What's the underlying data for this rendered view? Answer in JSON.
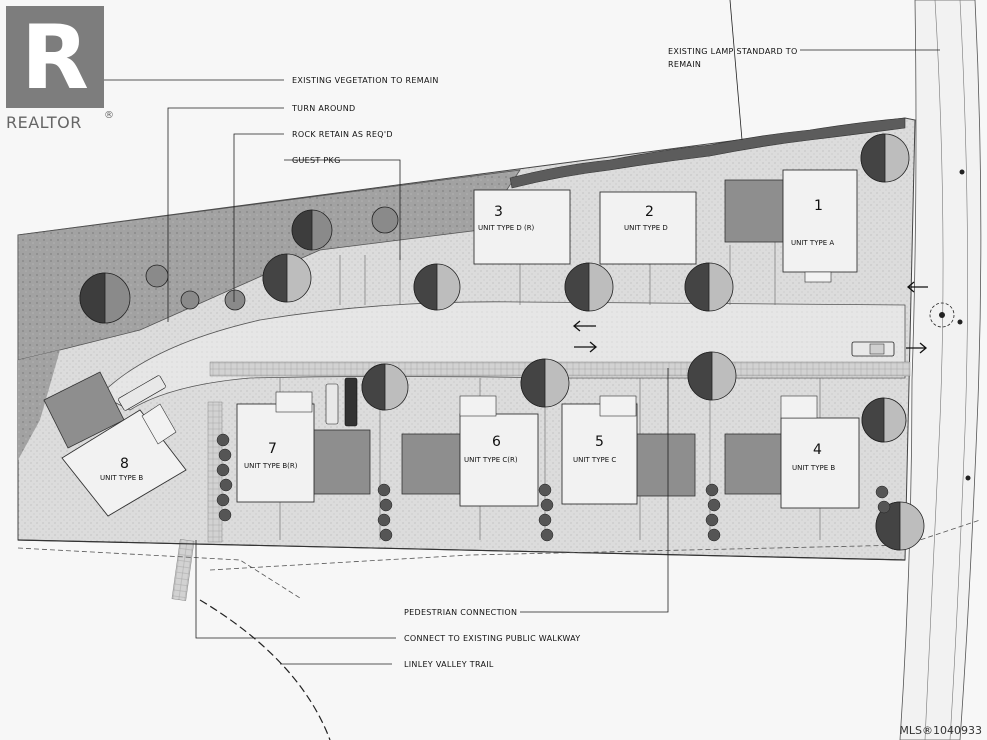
{
  "brand": {
    "logo_letter": "R",
    "name": "REALTOR",
    "registered_mark": "®"
  },
  "watermark": "MLS®1040933",
  "callouts": [
    {
      "id": "existing-lamp",
      "lines": [
        "EXISTING LAMP STANDARD TO",
        "REMAIN"
      ]
    },
    {
      "id": "existing-vegetation",
      "lines": [
        "EXISTING VEGETATION TO REMAIN"
      ]
    },
    {
      "id": "turn-around",
      "lines": [
        "TURN AROUND"
      ]
    },
    {
      "id": "rock-retain",
      "lines": [
        "ROCK RETAIN AS REQ'D"
      ]
    },
    {
      "id": "guest-pkg",
      "lines": [
        "GUEST PKG"
      ]
    },
    {
      "id": "pedestrian-connection",
      "lines": [
        "PEDESTRIAN CONNECTION"
      ]
    },
    {
      "id": "connect-walkway",
      "lines": [
        "CONNECT TO EXISTING PUBLIC WALKWAY"
      ]
    },
    {
      "id": "linley-trail",
      "lines": [
        "LINLEY VALLEY TRAIL"
      ]
    }
  ],
  "units": [
    {
      "number": "1",
      "type": "UNIT TYPE A"
    },
    {
      "number": "2",
      "type": "UNIT TYPE D"
    },
    {
      "number": "3",
      "type": "UNIT TYPE D (R)"
    },
    {
      "number": "4",
      "type": "UNIT TYPE B"
    },
    {
      "number": "5",
      "type": "UNIT TYPE C"
    },
    {
      "number": "6",
      "type": "UNIT TYPE C(R)"
    },
    {
      "number": "7",
      "type": "UNIT TYPE B(R)"
    },
    {
      "number": "8",
      "type": "UNIT TYPE B"
    }
  ],
  "colors": {
    "vegetation": "#9a9a9a",
    "road": "#e3e3e3",
    "building": "#f2f2f2",
    "garage": "#8e8e8e",
    "tree": "#7a7a7a"
  }
}
